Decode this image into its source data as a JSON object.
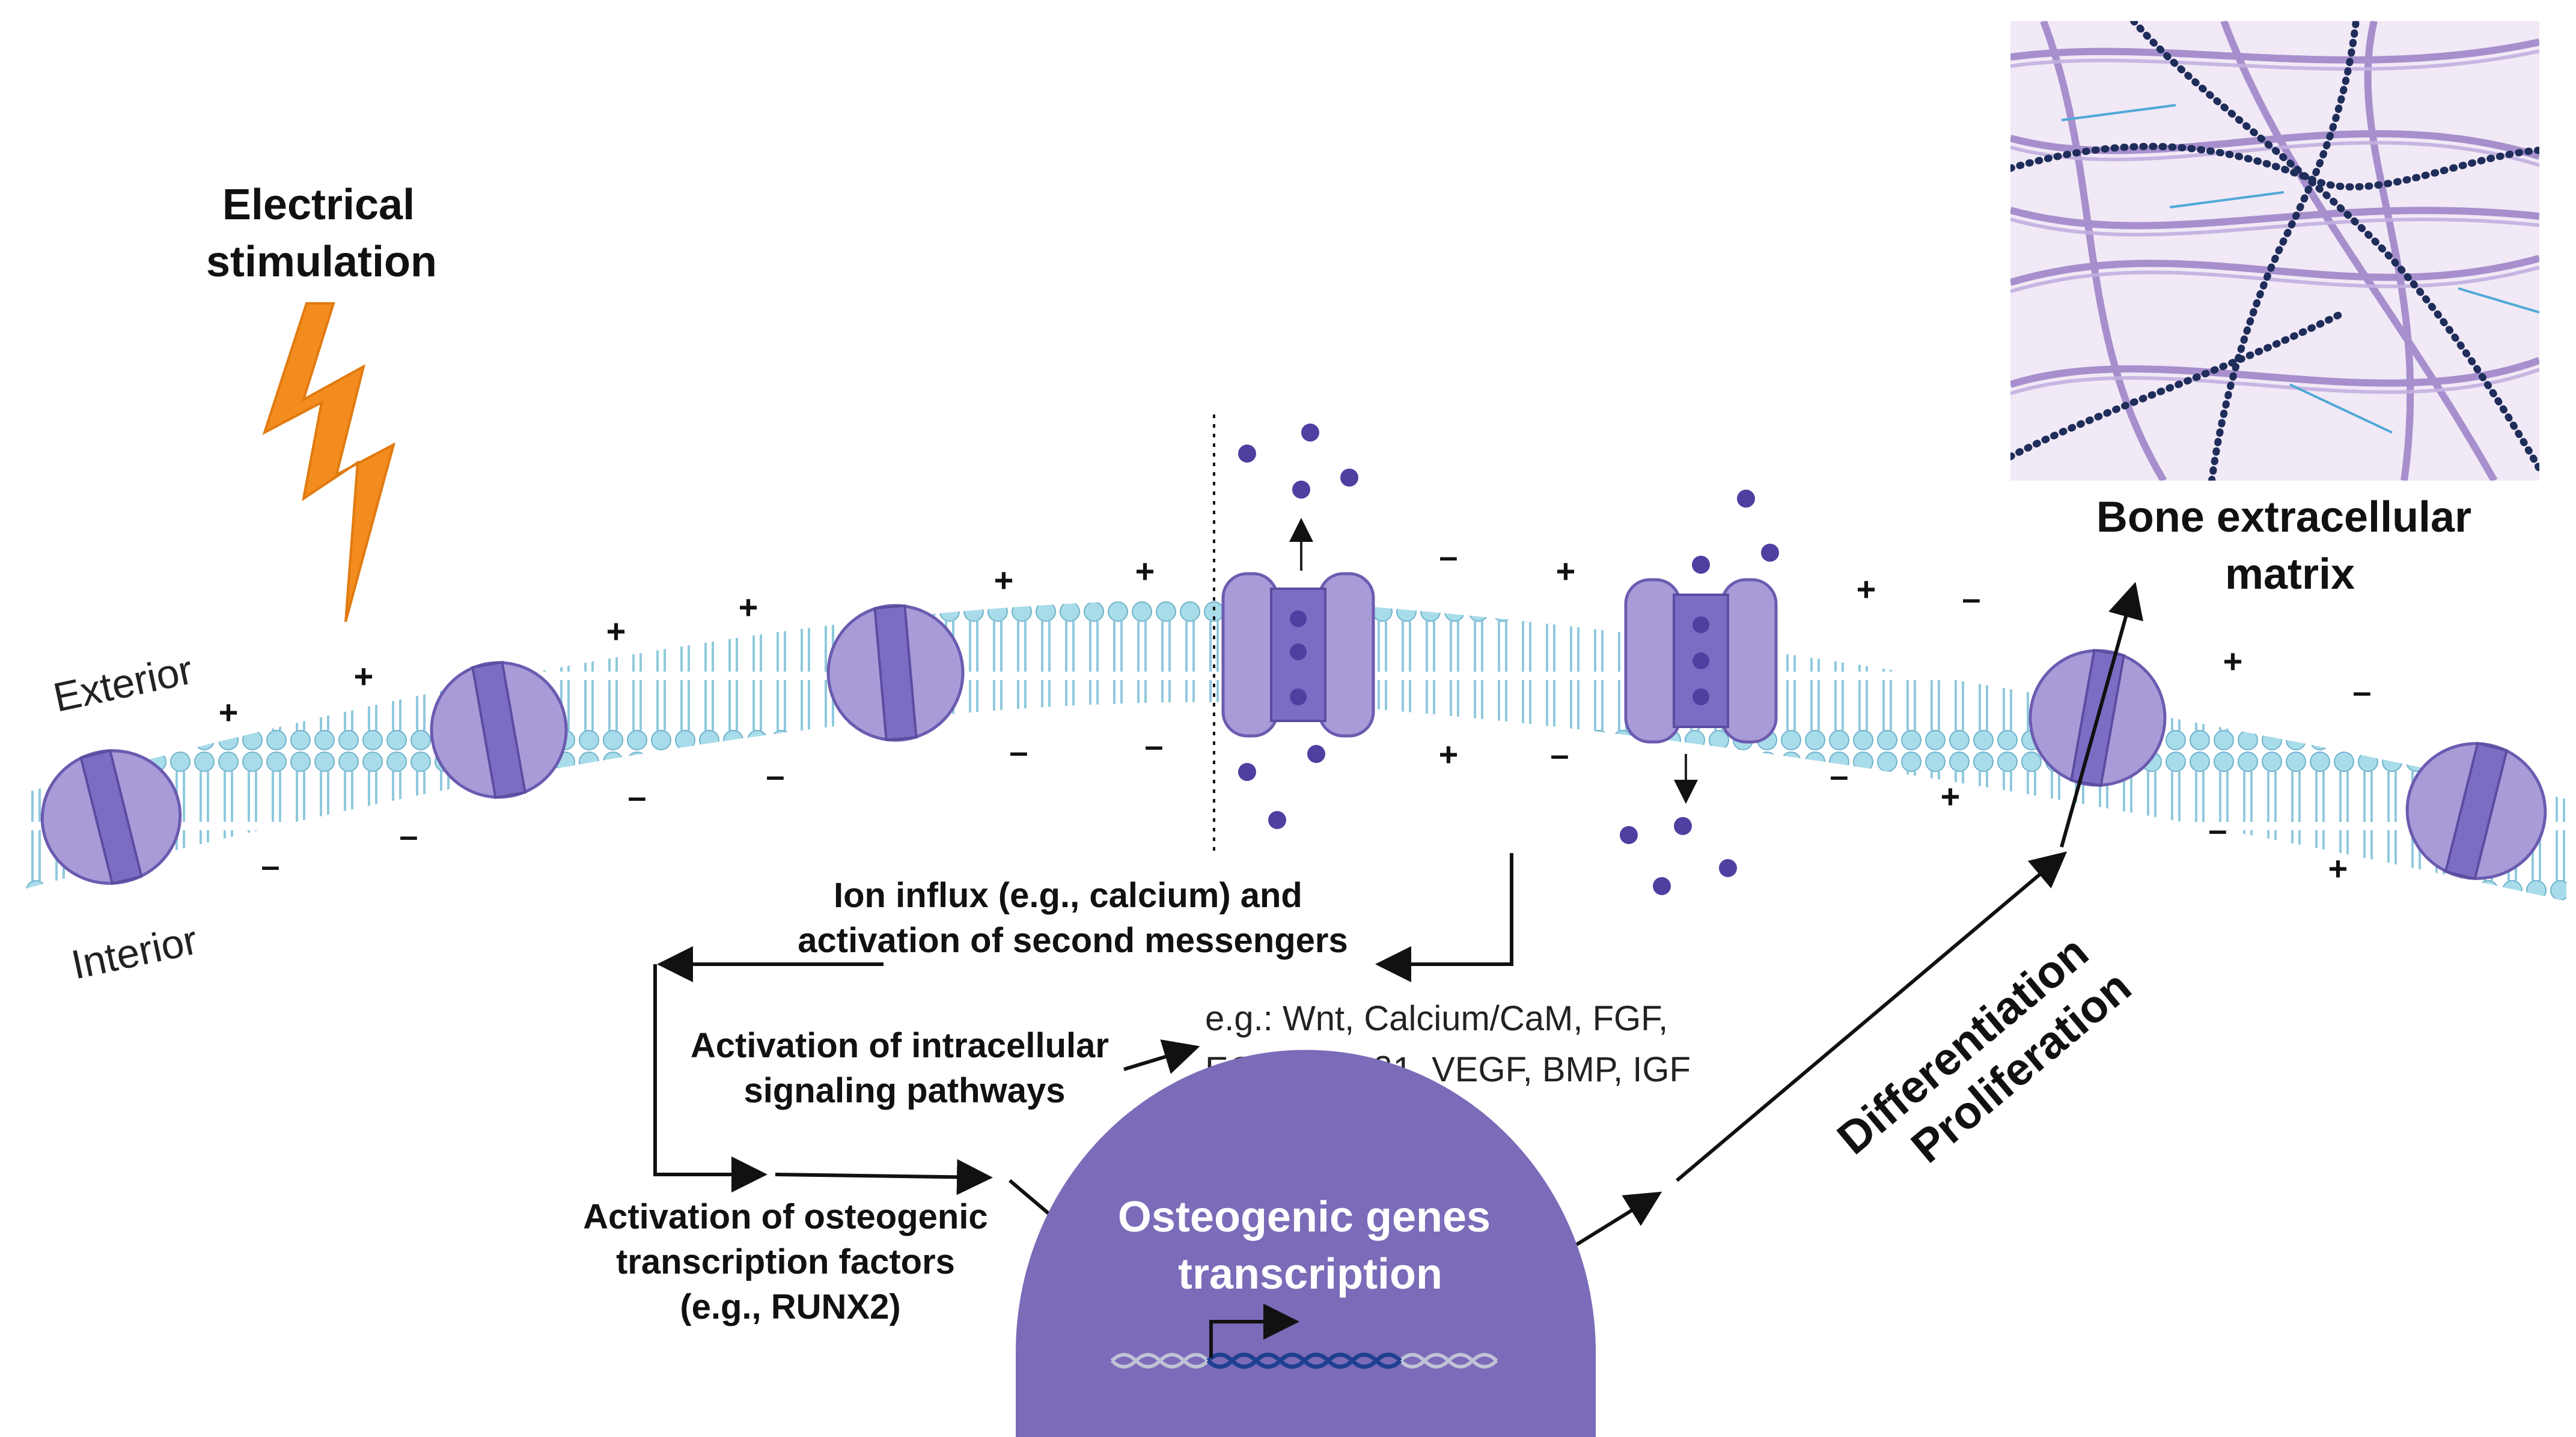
{
  "stimulus": {
    "title_line1": "Electrical",
    "title_line2": "stimulation",
    "bolt_icon": "lightning-bolt-icon",
    "bolt_color": "#F28C1F"
  },
  "membrane": {
    "exterior_label": "Exterior",
    "interior_label": "Interior",
    "lipid_color": "#A9DCEA",
    "protein_color": "#A89BD8",
    "protein_dark": "#7C6CC4",
    "plus": "+",
    "minus": "–"
  },
  "ecm": {
    "title_line1": "Bone extracellular",
    "title_line2": "matrix"
  },
  "pathway": {
    "ion_influx_line1": "Ion influx (e.g., calcium) and",
    "ion_influx_line2": "activation of second messengers",
    "signaling_line1": "Activation of intracellular",
    "signaling_line2": "signaling pathways",
    "examples_line1": "e.g.: Wnt, Calcium/CaM, FGF,",
    "examples_line2": "EGF, TGF-β1, VEGF, BMP, IGF",
    "tf_line1": "Activation of osteogenic",
    "tf_line2": "transcription factors",
    "tf_line3": "(e.g., RUNX2)"
  },
  "nucleus": {
    "title_line1": "Osteogenic genes",
    "title_line2": "transcription",
    "color": "#7B6BB8"
  },
  "outcome": {
    "line1": "Differentiation",
    "line2": "Proliferation"
  }
}
